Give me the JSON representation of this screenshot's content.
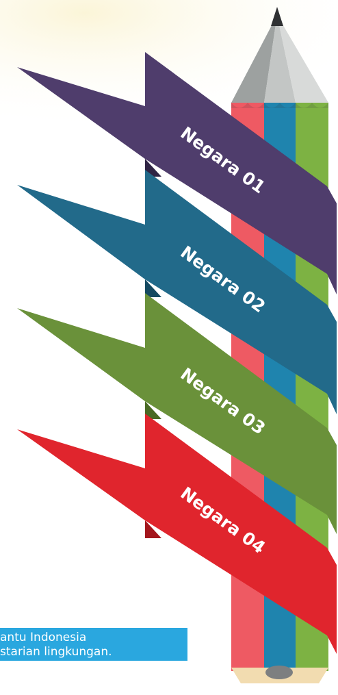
{
  "arrows": [
    {
      "label": "Negara 01",
      "color": "#4f3d6c",
      "fold_color": "#2f2444"
    },
    {
      "label": "Negara 02",
      "color": "#226a8a",
      "fold_color": "#154a61"
    },
    {
      "label": "Negara 03",
      "color": "#6a913a",
      "fold_color": "#4a6a25"
    },
    {
      "label": "Negara 04",
      "color": "#e0252d",
      "fold_color": "#a3161c"
    }
  ],
  "pencil": {
    "stripe_colors": [
      "#ee5a63",
      "#1f84ae",
      "#7db243"
    ],
    "tip_color": "#b9bcbc",
    "graphite_color": "#2f3133"
  },
  "caption": {
    "line1": "antu Indonesia",
    "line2": "starian lingkungan."
  }
}
